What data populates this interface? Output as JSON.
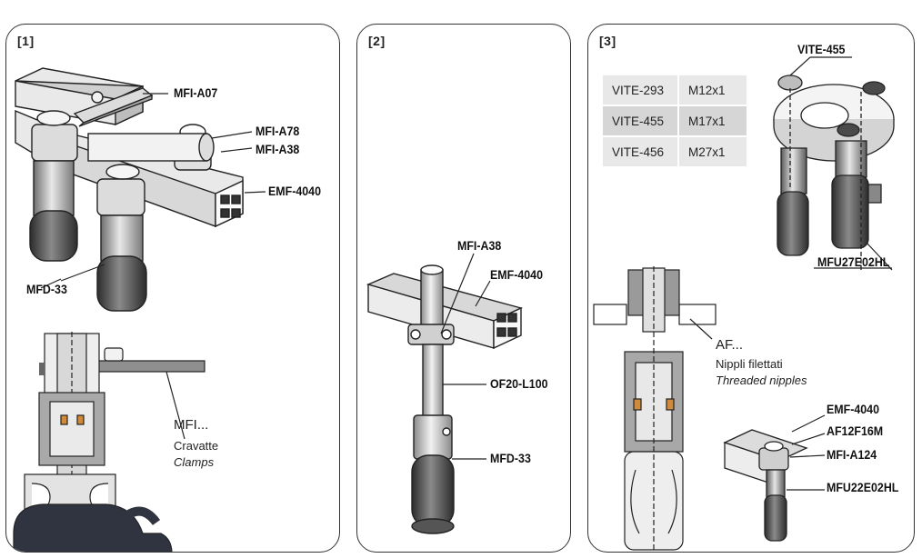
{
  "panels": [
    {
      "number": "[1]",
      "labels": [
        "MFI-A07",
        "MFI-A78",
        "MFI-A38",
        "EMF-4040",
        "MFD-33"
      ],
      "caption": {
        "code": "MFI...",
        "it": "Cravatte",
        "en": "Clamps"
      }
    },
    {
      "number": "[2]",
      "labels": [
        "MFI-A38",
        "EMF-4040",
        "OF20-L100",
        "MFD-33"
      ]
    },
    {
      "number": "[3]",
      "table": {
        "rows": [
          {
            "code": "VITE-293",
            "thread": "M12x1"
          },
          {
            "code": "VITE-455",
            "thread": "M17x1"
          },
          {
            "code": "VITE-456",
            "thread": "M27x1"
          }
        ]
      },
      "labels": [
        "VITE-455",
        "MFU27E02HL",
        "EMF-4040",
        "AF12F16M",
        "MFI-A124",
        "MFU22E02HL"
      ],
      "caption": {
        "code": "AF...",
        "it": "Nippli filettati",
        "en": "Threaded nipples"
      }
    }
  ],
  "colors": {
    "border": "#333333",
    "cell_light": "#e8e8e8",
    "cell_dark": "#d6d6d6",
    "part_dark": "#3a3a3a",
    "part_mid": "#8a8a8a",
    "part_light": "#d0d0d0"
  }
}
